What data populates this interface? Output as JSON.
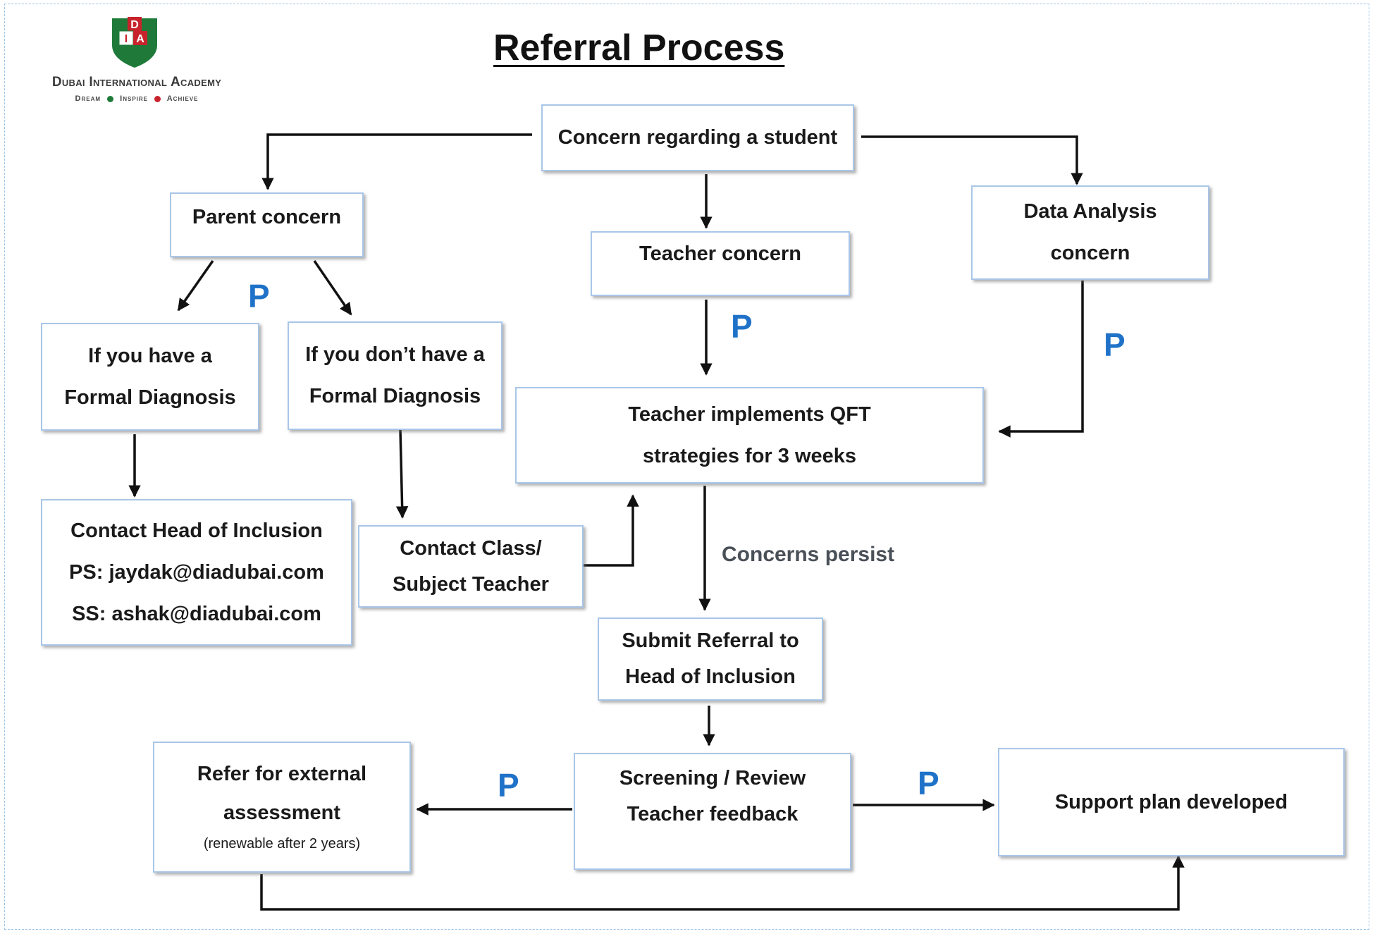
{
  "logo": {
    "letters": [
      "D",
      "I",
      "A"
    ],
    "name": "Dubai International Academy",
    "motto": [
      "Dream",
      "Inspire",
      "Achieve"
    ],
    "colors": {
      "green": "#1f7a3a",
      "red": "#c8232c",
      "white": "#ffffff"
    }
  },
  "title": "Referral Process",
  "nodes": {
    "concern_student": {
      "lines": [
        "Concern regarding a student"
      ]
    },
    "parent_concern": {
      "lines": [
        "Parent concern"
      ]
    },
    "teacher_concern": {
      "lines": [
        "Teacher concern"
      ]
    },
    "data_analysis": {
      "lines": [
        "Data Analysis",
        "concern"
      ]
    },
    "formal_diagnosis_yes": {
      "lines": [
        "If you have a",
        "Formal Diagnosis"
      ]
    },
    "formal_diagnosis_no": {
      "lines": [
        "If you don’t have a",
        "Formal Diagnosis"
      ]
    },
    "qft": {
      "lines": [
        "Teacher implements QFT",
        "strategies for 3 weeks"
      ]
    },
    "contact_head": {
      "lines": [
        "Contact Head of Inclusion",
        "PS: jaydak@diadubai.com",
        "SS: ashak@diadubai.com"
      ]
    },
    "contact_teacher": {
      "lines": [
        "Contact Class/",
        "Subject Teacher"
      ]
    },
    "submit_referral": {
      "lines": [
        "Submit Referral  to",
        "Head of Inclusion"
      ]
    },
    "external": {
      "lines": [
        "Refer for external",
        "assessment"
      ],
      "note": "(renewable after 2 years)"
    },
    "screening": {
      "lines": [
        "Screening / Review",
        "Teacher feedback"
      ]
    },
    "support_plan": {
      "lines": [
        "Support plan developed"
      ]
    }
  },
  "labels": {
    "concerns_persist": "Concerns persist",
    "p_marker": "P"
  },
  "colors": {
    "box_border": "#a9c6e8",
    "p_marker": "#1f72c8",
    "arrow": "#111111"
  }
}
